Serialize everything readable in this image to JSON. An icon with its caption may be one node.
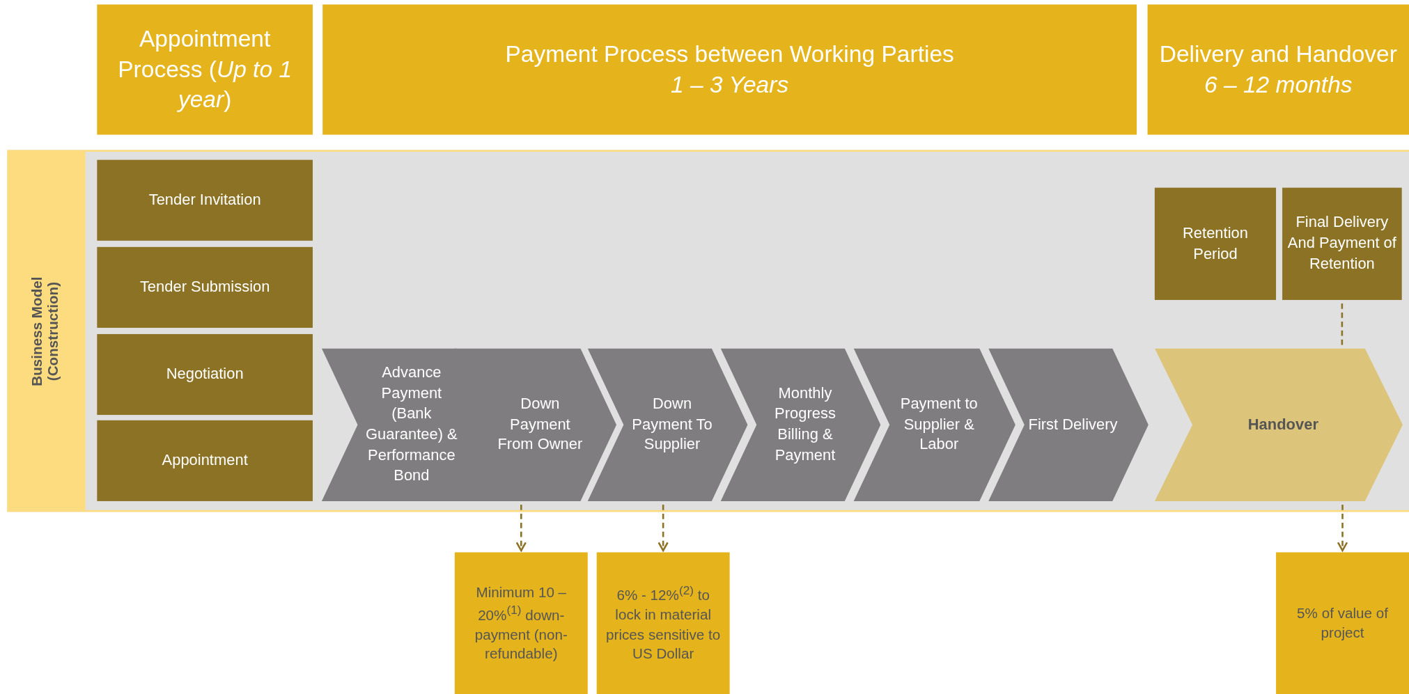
{
  "diagram": {
    "nodes": [
      {
        "text": [
          "Appointment Process (*Up to 1 year*)"
        ]
      },
      {
        "text": [
          "Payment Process between Working Parties",
          "1 – 3 Years"
        ]
      },
      {
        "text": [
          "Delivery and Handover",
          "6 – 12 months"
        ]
      },
      {
        "text": [
          "Business Model (Construction)"
        ]
      },
      {
        "text": [
          "Tender Invitation"
        ],
        "in": 3
      },
      {
        "text": [
          "Tender Submission"
        ],
        "in": 3
      },
      {
        "text": [
          "Negotiation"
        ],
        "in": 3
      },
      {
        "text": [
          "Appointment"
        ],
        "in": 3
      },
      {
        "text": [
          "Retention Period"
        ],
        "in": 3
      },
      {
        "text": [
          "Final Delivery And Payment of Retention"
        ],
        "in": 3
      },
      {
        "text": [
          "Advance Payment (Bank Guarantee) & Performance Bond"
        ],
        "in": 3
      },
      {
        "text": [
          "Down Payment From Owner"
        ],
        "in": 3
      },
      {
        "text": [
          "Down Payment To Supplier"
        ],
        "in": 3
      },
      {
        "text": [
          "Monthly Progress Billing & Payment"
        ],
        "in": 3
      },
      {
        "text": [
          "Payment to Supplier & Labor"
        ],
        "in": 3
      },
      {
        "text": [
          "First Delivery"
        ],
        "in": 3
      },
      {
        "text": [
          "Handover"
        ],
        "in": 3
      },
      {
        "text": [
          "Minimum 10 – 20%$^{(1)}$ down-payment (non-refundable)"
        ]
      },
      {
        "text": [
          "6% - 12%$^{(2)}$ to lock in material prices sensitive to US Dollar"
        ]
      },
      {
        "text": [
          "5% of value of project"
        ]
      }
    ],
    "edges": [
      {
        "from": 11,
        "to": 17,
        "arrow": "to",
        "style": "dashed"
      },
      {
        "from": 12,
        "to": 18,
        "arrow": "to",
        "style": "dashed"
      },
      {
        "from": 9,
        "to": 16,
        "arrow": "none",
        "style": "dashed"
      },
      {
        "from": 16,
        "to": 19,
        "arrow": "to",
        "style": "dashed"
      }
    ]
  }
}
